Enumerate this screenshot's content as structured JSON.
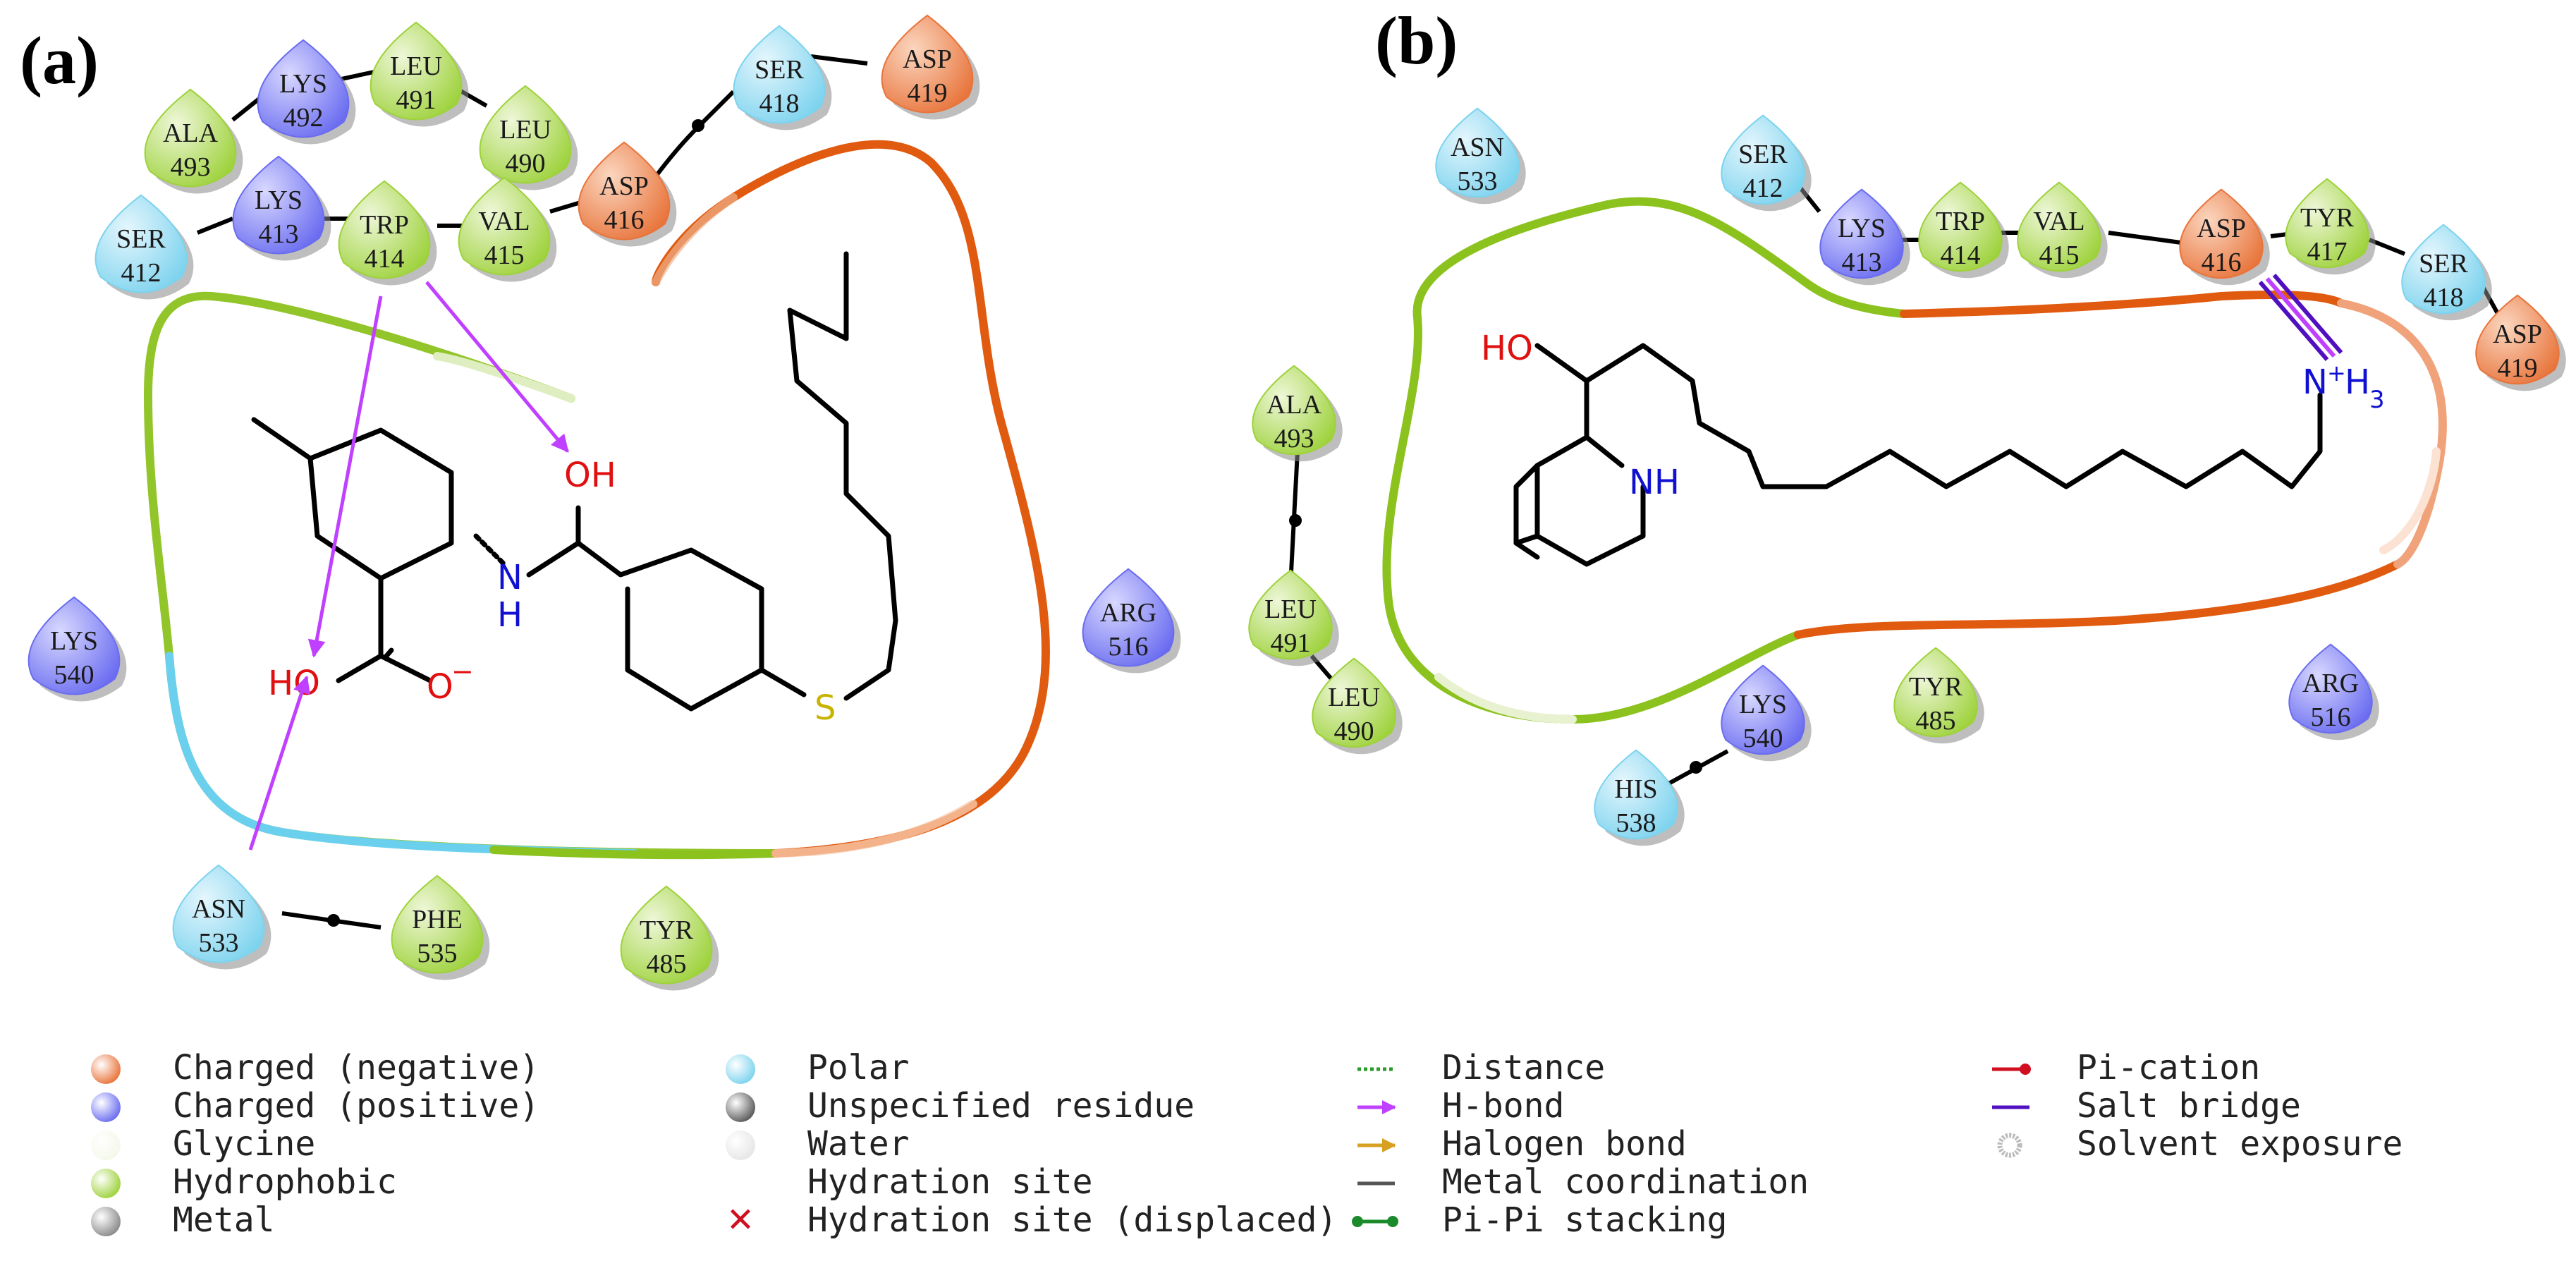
{
  "colors": {
    "charged_negative": "#e8743b",
    "charged_positive": "#6a6cf0",
    "glycine": "#f4f8ea",
    "hydrophobic": "#9ed23c",
    "metal": "#8a8a8a",
    "polar": "#7dd3ee",
    "unspecified": "#5a5a5a",
    "water": "#e6e6e6",
    "hbond": "#c040ff",
    "salt_bridge": "#5010c0",
    "pi_cation": "#d01020",
    "distance": "#2a9a2a",
    "halogen": "#d8a020",
    "metal_coordination": "#555555",
    "pipi": "#1a8a2a",
    "atom_O": "#e01010",
    "atom_N": "#1010d0",
    "atom_S": "#c8b400",
    "pocket_green": "#8cc21e",
    "pocket_orange": "#e05a10",
    "pocket_blue": "#6ad0ee"
  },
  "panels": {
    "a": {
      "label": "(a)",
      "residues": [
        {
          "name": "ALA",
          "num": "493",
          "type": "hydrophobic"
        },
        {
          "name": "LYS",
          "num": "492",
          "type": "positive"
        },
        {
          "name": "LEU",
          "num": "491",
          "type": "hydrophobic"
        },
        {
          "name": "LEU",
          "num": "490",
          "type": "hydrophobic"
        },
        {
          "name": "SER",
          "num": "418",
          "type": "polar"
        },
        {
          "name": "ASP",
          "num": "419",
          "type": "negative"
        },
        {
          "name": "SER",
          "num": "412",
          "type": "polar"
        },
        {
          "name": "LYS",
          "num": "413",
          "type": "positive"
        },
        {
          "name": "TRP",
          "num": "414",
          "type": "hydrophobic"
        },
        {
          "name": "VAL",
          "num": "415",
          "type": "hydrophobic"
        },
        {
          "name": "ASP",
          "num": "416",
          "type": "negative"
        },
        {
          "name": "LYS",
          "num": "540",
          "type": "positive"
        },
        {
          "name": "ARG",
          "num": "516",
          "type": "positive"
        },
        {
          "name": "ASN",
          "num": "533",
          "type": "polar"
        },
        {
          "name": "PHE",
          "num": "535",
          "type": "hydrophobic"
        },
        {
          "name": "TYR",
          "num": "485",
          "type": "hydrophobic"
        }
      ],
      "atoms": {
        "OH": "OH",
        "N": "N",
        "H": "H",
        "HO": "HO",
        "O": "O",
        "charge": "−",
        "S": "S"
      }
    },
    "b": {
      "label": "(b)",
      "residues": [
        {
          "name": "ASN",
          "num": "533",
          "type": "polar"
        },
        {
          "name": "SER",
          "num": "412",
          "type": "polar"
        },
        {
          "name": "LYS",
          "num": "413",
          "type": "positive"
        },
        {
          "name": "TRP",
          "num": "414",
          "type": "hydrophobic"
        },
        {
          "name": "VAL",
          "num": "415",
          "type": "hydrophobic"
        },
        {
          "name": "ASP",
          "num": "416",
          "type": "negative"
        },
        {
          "name": "TYR",
          "num": "417",
          "type": "hydrophobic"
        },
        {
          "name": "SER",
          "num": "418",
          "type": "polar"
        },
        {
          "name": "ASP",
          "num": "419",
          "type": "negative"
        },
        {
          "name": "ALA",
          "num": "493",
          "type": "hydrophobic"
        },
        {
          "name": "LEU",
          "num": "491",
          "type": "hydrophobic"
        },
        {
          "name": "LEU",
          "num": "490",
          "type": "hydrophobic"
        },
        {
          "name": "LYS",
          "num": "540",
          "type": "positive"
        },
        {
          "name": "TYR",
          "num": "485",
          "type": "hydrophobic"
        },
        {
          "name": "ARG",
          "num": "516",
          "type": "positive"
        },
        {
          "name": "HIS",
          "num": "538",
          "type": "polar"
        }
      ],
      "atoms": {
        "HO": "HO",
        "NH": "NH",
        "N": "N",
        "plus": "+",
        "H": "H",
        "sub3": "3"
      }
    }
  },
  "legend": {
    "col1": [
      {
        "label": "Charged (negative)",
        "icon": "sphere",
        "color": "charged_negative"
      },
      {
        "label": "Charged (positive)",
        "icon": "sphere",
        "color": "charged_positive"
      },
      {
        "label": "Glycine",
        "icon": "sphere",
        "color": "glycine"
      },
      {
        "label": "Hydrophobic",
        "icon": "sphere",
        "color": "hydrophobic"
      },
      {
        "label": "Metal",
        "icon": "sphere",
        "color": "metal"
      }
    ],
    "col2": [
      {
        "label": "Polar",
        "icon": "sphere",
        "color": "polar"
      },
      {
        "label": "Unspecified residue",
        "icon": "sphere",
        "color": "unspecified"
      },
      {
        "label": "Water",
        "icon": "sphere",
        "color": "water"
      },
      {
        "label": "Hydration site",
        "icon": "none",
        "color": ""
      },
      {
        "label": "Hydration site (displaced)",
        "icon": "cross",
        "color": "pi_cation"
      }
    ],
    "col3": [
      {
        "label": "Distance",
        "icon": "dotted",
        "color": "distance"
      },
      {
        "label": "H-bond",
        "icon": "arrow",
        "color": "hbond"
      },
      {
        "label": "Halogen bond",
        "icon": "arrow",
        "color": "halogen"
      },
      {
        "label": "Metal coordination",
        "icon": "line",
        "color": "metal_coordination"
      },
      {
        "label": "Pi-Pi stacking",
        "icon": "dumbbell",
        "color": "pipi"
      }
    ],
    "col4": [
      {
        "label": "Pi-cation",
        "icon": "lollipop",
        "color": "pi_cation"
      },
      {
        "label": "Salt bridge",
        "icon": "line",
        "color": "salt_bridge"
      },
      {
        "label": "Solvent exposure",
        "icon": "halo",
        "color": "unspecified"
      }
    ]
  }
}
